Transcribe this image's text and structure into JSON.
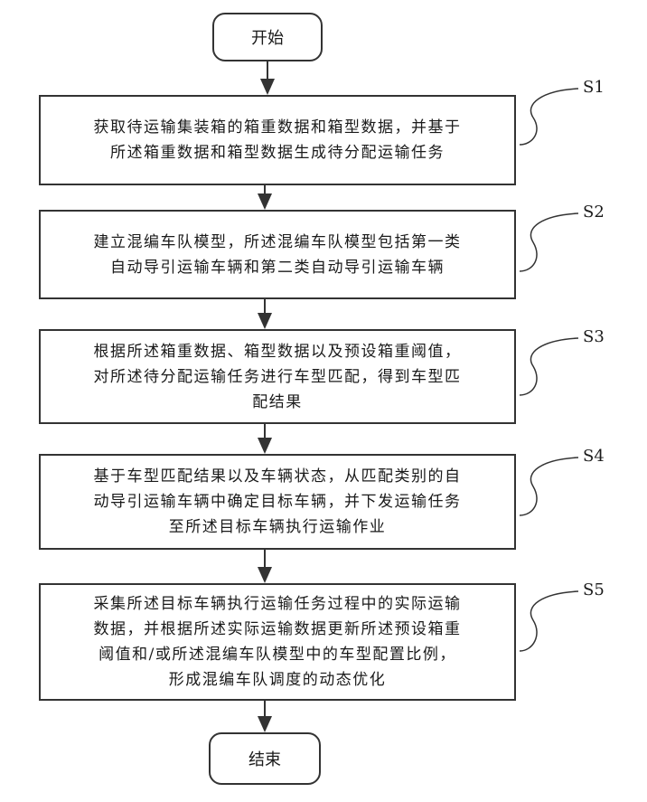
{
  "start": "开始",
  "end": "结束",
  "steps": [
    {
      "id": "S1",
      "lines": [
        "获取待运输集装箱的箱重数据和箱型数据，并基于",
        "所述箱重数据和箱型数据生成待分配运输任务"
      ]
    },
    {
      "id": "S2",
      "lines": [
        "建立混编车队模型，所述混编车队模型包括第一类",
        "自动导引运输车辆和第二类自动导引运输车辆"
      ]
    },
    {
      "id": "S3",
      "lines": [
        "根据所述箱重数据、箱型数据以及预设箱重阈值，",
        "对所述待分配运输任务进行车型匹配，得到车型匹",
        "配结果"
      ]
    },
    {
      "id": "S4",
      "lines": [
        "基于车型匹配结果以及车辆状态，从匹配类别的自",
        "动导引运输车辆中确定目标车辆，并下发运输任务",
        "至所述目标车辆执行运输作业"
      ]
    },
    {
      "id": "S5",
      "lines": [
        "采集所述目标车辆执行运输任务过程中的实际运输",
        "数据，并根据所述实际运输数据更新所述预设箱重",
        "阈值和/或所述混编车队模型中的车型配置比例，",
        "形成混编车队调度的动态优化"
      ]
    }
  ]
}
